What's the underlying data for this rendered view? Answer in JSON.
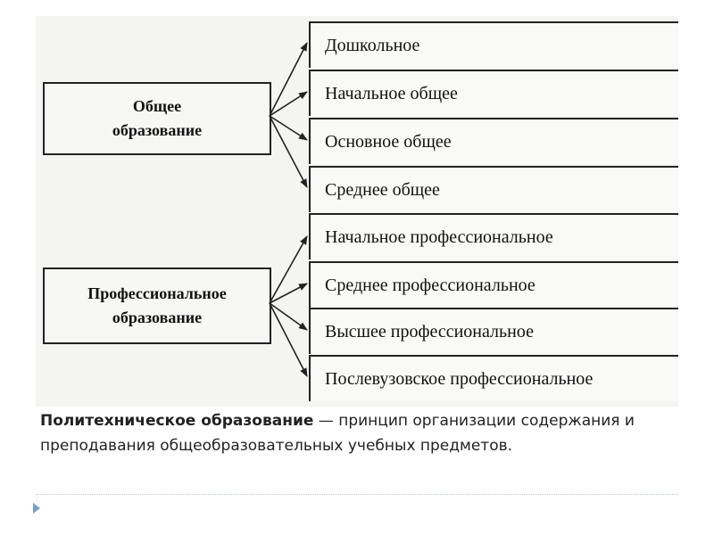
{
  "diagram": {
    "general": {
      "label": "Общее образование",
      "items": [
        "Дошкольное",
        "Начальное общее",
        "Основное общее",
        "Среднее общее"
      ]
    },
    "professional": {
      "label": "Профессиональное образование",
      "items": [
        "Начальное профессиональное",
        "Среднее профессиональное",
        "Высшее профессиональное",
        "Послевузовское профессиональное"
      ]
    }
  },
  "caption": {
    "term": "Политехническое образование",
    "definition": " — принцип организации содержания и преподавания общеобразовательных учебных предметов."
  }
}
